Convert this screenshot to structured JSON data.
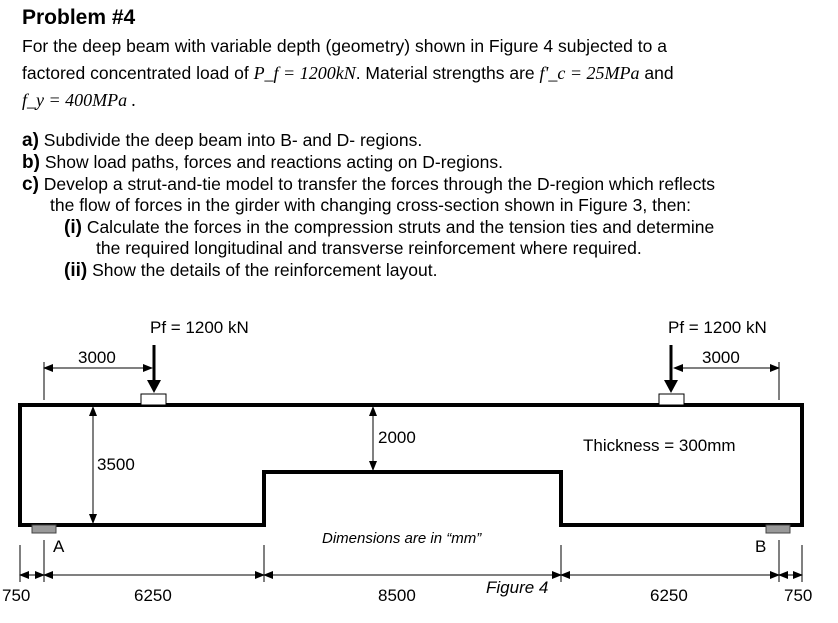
{
  "title": "Problem #4",
  "intro": {
    "text1": "For the deep beam with variable depth (geometry) shown in Figure 4 subjected to a",
    "text2a": "factored concentrated load of",
    "load_expr": "P_f = 1200kN",
    "text2b": ". Material strengths are",
    "fc_expr": "f'_c = 25MPa",
    "text2c": "and",
    "fy_expr": "f_y = 400MPa ."
  },
  "items": [
    {
      "label": "a)",
      "text": "Subdivide the deep beam into B- and D- regions."
    },
    {
      "label": "b)",
      "text": "Show load paths, forces and reactions acting on D-regions."
    },
    {
      "label": "c)",
      "text": "Develop a strut-and-tie model to transfer the forces through the D-region which reflects",
      "text2": "the flow of forces in the girder with changing cross-section shown in Figure 3, then:"
    },
    {
      "label": "(i)",
      "text": "Calculate the forces in the compression struts and the tension ties and determine",
      "text2": "the required longitudinal and transverse reinforcement where required."
    },
    {
      "label": "(ii)",
      "text": "Show the details of the reinforcement layout."
    }
  ],
  "figure": {
    "load_left": "Pf = 1200 kN",
    "load_right": "Pf = 1200 kN",
    "dim_3000_left": "3000",
    "dim_3000_right": "3000",
    "dim_3500": "3500",
    "dim_2000": "2000",
    "thickness": "Thickness = 300mm",
    "support_a": "A",
    "support_b": "B",
    "dims_note": "Dimensions are in “mm”",
    "caption": "Figure 4",
    "bottom_dims": [
      "750",
      "6250",
      "8500",
      "6250",
      "750"
    ]
  }
}
